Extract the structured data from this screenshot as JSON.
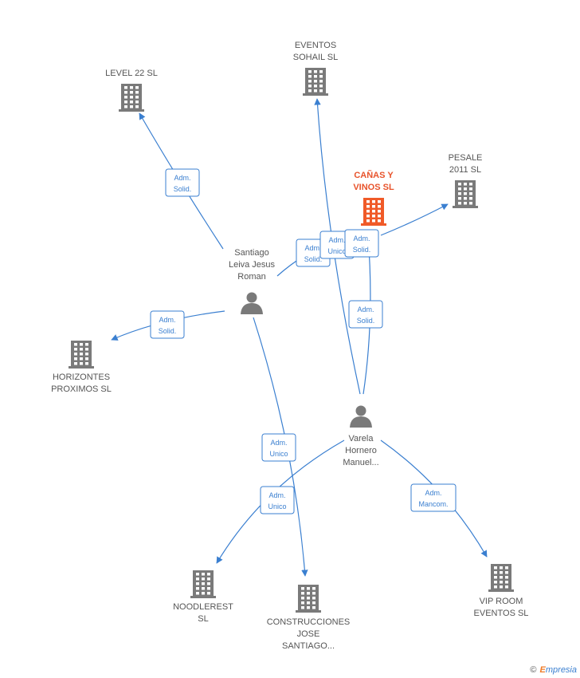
{
  "colors": {
    "edge": "#3a7fd0",
    "company": "#7a7a7a",
    "company_focus": "#f05a28",
    "person": "#7a7a7a",
    "label": "#555555",
    "focus_label": "#e8532b"
  },
  "nodes": [
    {
      "id": "level22",
      "type": "company",
      "lines": [
        "LEVEL 22 SL"
      ]
    },
    {
      "id": "eventos_sohail",
      "type": "company",
      "lines": [
        "EVENTOS",
        "SOHAIL SL"
      ]
    },
    {
      "id": "canas_vinos",
      "type": "company",
      "focus": true,
      "lines": [
        "CAÑAS Y",
        "VINOS SL"
      ]
    },
    {
      "id": "pesale",
      "type": "company",
      "lines": [
        "PESALE",
        "2011 SL"
      ]
    },
    {
      "id": "santiago",
      "type": "person",
      "lines": [
        "Santiago",
        "Leiva Jesus",
        "Roman"
      ]
    },
    {
      "id": "horizontes",
      "type": "company",
      "lines": [
        "HORIZONTES",
        "PROXIMOS  SL"
      ]
    },
    {
      "id": "varela",
      "type": "person",
      "lines": [
        "Varela",
        "Hornero",
        "Manuel..."
      ]
    },
    {
      "id": "noodlerest",
      "type": "company",
      "lines": [
        "NOODLEREST",
        "SL"
      ]
    },
    {
      "id": "construcciones",
      "type": "company",
      "lines": [
        "CONSTRUCCIONES",
        "JOSE",
        "SANTIAGO..."
      ]
    },
    {
      "id": "vip_room",
      "type": "company",
      "lines": [
        "VIP ROOM",
        "EVENTOS SL"
      ]
    }
  ],
  "edges": [
    {
      "from": "santiago",
      "to": "level22",
      "label": [
        "Adm.",
        "Solid."
      ]
    },
    {
      "from": "santiago",
      "to": "horizontes",
      "label": [
        "Adm.",
        "Solid."
      ]
    },
    {
      "from": "santiago",
      "to": "canas_vinos",
      "label": [
        "Adm.",
        "Solid."
      ]
    },
    {
      "from": "santiago",
      "to": "construcciones",
      "label": [
        "Adm.",
        "Unico"
      ]
    },
    {
      "from": "varela",
      "to": "eventos_sohail",
      "label": [
        "Adm.",
        "Unico"
      ]
    },
    {
      "from": "varela",
      "to": "canas_vinos",
      "label": [
        "Adm.",
        "Solid."
      ]
    },
    {
      "from": "varela",
      "to": "noodlerest",
      "label": [
        "Adm.",
        "Unico"
      ]
    },
    {
      "from": "varela",
      "to": "vip_room",
      "label": [
        "Adm.",
        "Mancom."
      ]
    },
    {
      "from": "canas_vinos",
      "to": "pesale",
      "label": [
        "Adm.",
        "Solid."
      ]
    }
  ],
  "footer": {
    "copyright": "©",
    "brand_initial": "E",
    "brand_rest": "mpresia"
  }
}
